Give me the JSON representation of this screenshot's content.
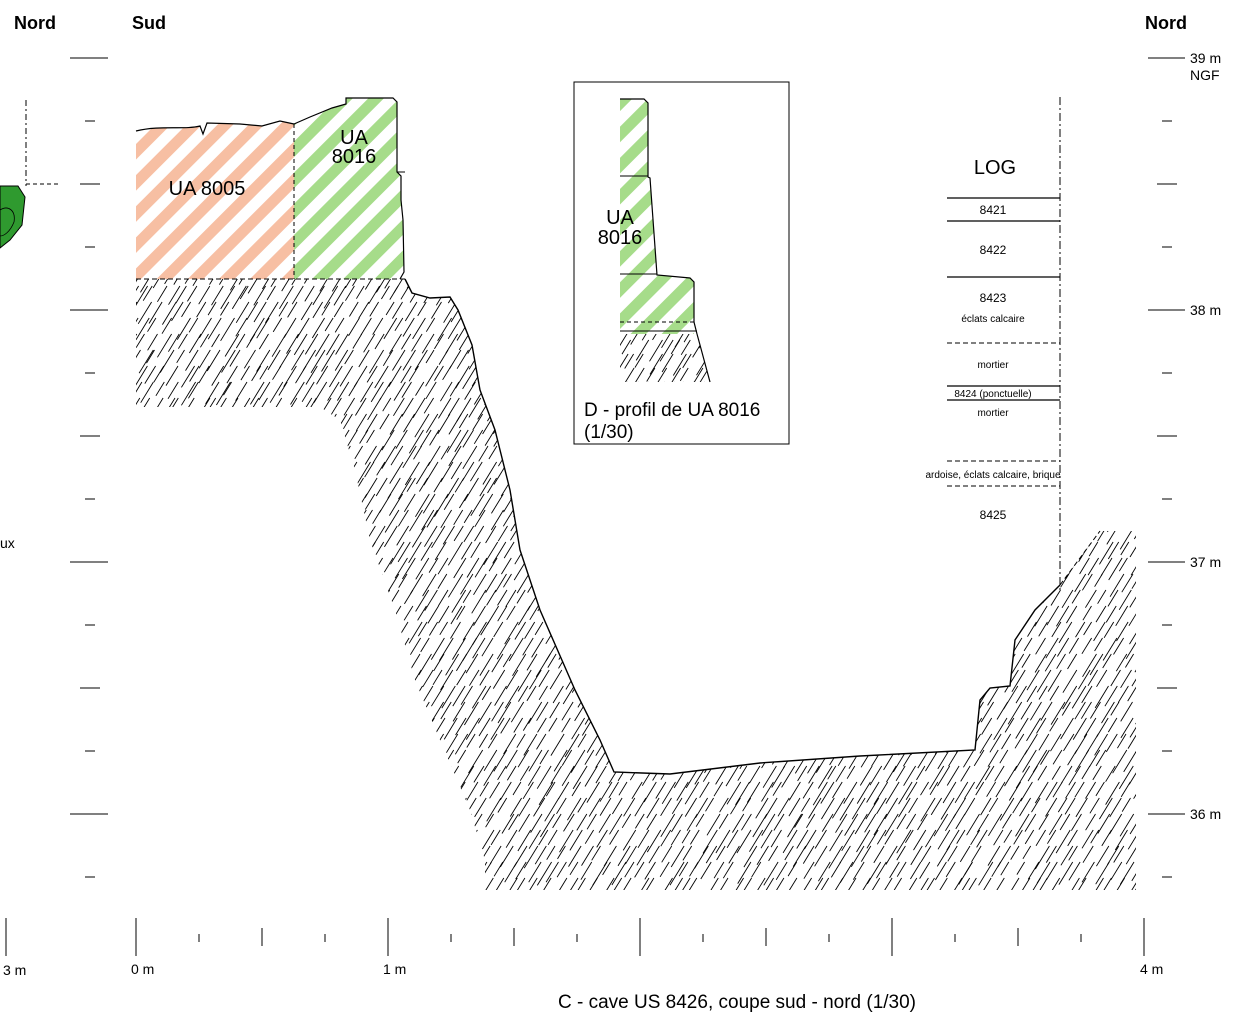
{
  "headers": {
    "nord_left": "Nord",
    "sud": "Sud",
    "nord_right": "Nord"
  },
  "elevations": {
    "e39": "39 m",
    "ngf": "NGF",
    "e38": "38 m",
    "e37": "37 m",
    "e36": "36 m"
  },
  "left_fragment": {
    "text": "ux"
  },
  "units": {
    "ua_8005": "UA 8005",
    "ua_8016_line1": "UA",
    "ua_8016_line2": "8016"
  },
  "inset": {
    "label_line1": "UA",
    "label_line2": "8016",
    "caption_line1": "D - profil de UA 8016",
    "caption_line2": "(1/30)"
  },
  "log": {
    "title": "LOG",
    "layers": [
      "8421",
      "8422",
      "8423",
      "éclats calcaire",
      "mortier",
      "8424 (ponctuelle)",
      "mortier",
      "ardoise, éclats calcaire, brique",
      "8425"
    ]
  },
  "scale": {
    "m3": "3 m",
    "m0": "0 m",
    "m1": "1 m",
    "m4": "4 m"
  },
  "caption": "C - cave US 8426, coupe sud - nord (1/30)",
  "colors": {
    "salmon": "#f7bfa3",
    "green": "#a6dc8a",
    "dark_green": "#2f9a2f",
    "ink": "#000000"
  }
}
